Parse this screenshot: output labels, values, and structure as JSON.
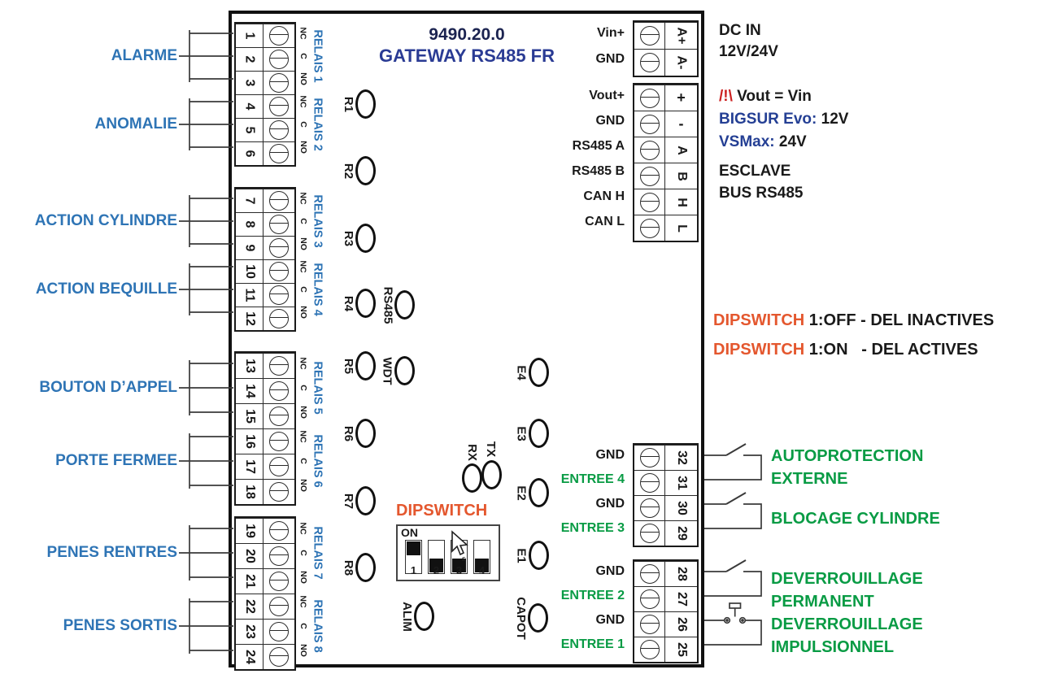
{
  "device": {
    "title_line1": "9490.20.0",
    "title_line2": "GATEWAY RS485 FR"
  },
  "colors": {
    "accent_blue": "#2E74B5",
    "title_navy": "#2A3B94",
    "green": "#089B44",
    "orange_red": "#E4572E",
    "warning_red": "#CC2222"
  },
  "output_functions": [
    "ALARME",
    "ANOMALIE",
    "ACTION CYLINDRE",
    "ACTION BEQUILLE",
    "BOUTON D’APPEL",
    "PORTE FERMEE",
    "PENES RENTRES",
    "PENES SORTIS"
  ],
  "relay_groups": [
    {
      "terminals": [
        "1",
        "2",
        "3",
        "4",
        "5",
        "6"
      ],
      "contacts": [
        "NC",
        "C",
        "NO",
        "NC",
        "C",
        "NO"
      ],
      "relays": [
        "RELAIS 1",
        "RELAIS 2"
      ]
    },
    {
      "terminals": [
        "7",
        "8",
        "9",
        "10",
        "11",
        "12"
      ],
      "contacts": [
        "NC",
        "C",
        "NO",
        "NC",
        "C",
        "NO"
      ],
      "relays": [
        "RELAIS 3",
        "RELAIS 4"
      ]
    },
    {
      "terminals": [
        "13",
        "14",
        "15",
        "16",
        "17",
        "18"
      ],
      "contacts": [
        "NC",
        "C",
        "NO",
        "NC",
        "C",
        "NO"
      ],
      "relays": [
        "RELAIS 5",
        "RELAIS 6"
      ]
    },
    {
      "terminals": [
        "19",
        "20",
        "21",
        "22",
        "23",
        "24"
      ],
      "contacts": [
        "NC",
        "C",
        "NO",
        "NC",
        "C",
        "NO"
      ],
      "relays": [
        "RELAIS 7",
        "RELAIS 8"
      ]
    }
  ],
  "r_leds": [
    "R1",
    "R2",
    "R3",
    "R4",
    "R5",
    "R6",
    "R7",
    "R8"
  ],
  "e_leds": [
    "E4",
    "E3",
    "E2",
    "E1"
  ],
  "status_leds": {
    "rs485": "RS485",
    "wdt": "WDT",
    "tx": "TX",
    "rx": "RX",
    "alim": "ALIM",
    "capot": "CAPOT"
  },
  "dipswitch": {
    "title": "DIPSWITCH",
    "on_label": "ON",
    "positions": [
      "1",
      "2",
      "3",
      "4"
    ],
    "states": [
      "on",
      "off",
      "off",
      "off"
    ]
  },
  "power_block": {
    "rows": [
      {
        "label": "Vin+",
        "pin": "A+",
        "cls": "gnd",
        "rot": "rot"
      },
      {
        "label": "GND",
        "pin": "A-",
        "cls": "gnd",
        "rot": "rot"
      }
    ]
  },
  "io_block": {
    "rows": [
      {
        "label": "Vout+",
        "pin": "+",
        "cls": "gnd",
        "rot": "up"
      },
      {
        "label": "GND",
        "pin": "-",
        "cls": "gnd",
        "rot": "up"
      },
      {
        "label": "RS485 A",
        "pin": "A",
        "cls": "gnd",
        "rot": "rot"
      },
      {
        "label": "RS485 B",
        "pin": "B",
        "cls": "gnd",
        "rot": "rot"
      },
      {
        "label": "CAN H",
        "pin": "H",
        "cls": "gnd",
        "rot": "rot"
      },
      {
        "label": "CAN L",
        "pin": "L",
        "cls": "gnd",
        "rot": "rot"
      }
    ]
  },
  "input_block_upper": {
    "rows": [
      {
        "label": "GND",
        "pin": "32",
        "cls": "gnd",
        "rot": "rot"
      },
      {
        "label": "ENTREE 4",
        "pin": "31",
        "cls": "input",
        "rot": "rot"
      },
      {
        "label": "GND",
        "pin": "30",
        "cls": "gnd",
        "rot": "rot"
      },
      {
        "label": "ENTREE 3",
        "pin": "29",
        "cls": "input",
        "rot": "rot"
      }
    ]
  },
  "input_block_lower": {
    "rows": [
      {
        "label": "GND",
        "pin": "28",
        "cls": "gnd",
        "rot": "rot"
      },
      {
        "label": "ENTREE 2",
        "pin": "27",
        "cls": "input",
        "rot": "rot"
      },
      {
        "label": "GND",
        "pin": "26",
        "cls": "gnd",
        "rot": "rot"
      },
      {
        "label": "ENTREE 1",
        "pin": "25",
        "cls": "input",
        "rot": "rot"
      }
    ]
  },
  "annotations": {
    "dc_in_line1": "DC IN",
    "dc_in_line2": "12V/24V",
    "warning_icon": "/!\\",
    "warning_text": " Vout = Vin",
    "bigsur_label": "BIGSUR Evo: ",
    "bigsur_value": "12V",
    "vsmax_label": "VSMax: ",
    "vsmax_value": "24V",
    "slave_line1": "ESCLAVE",
    "slave_line2": "BUS RS485",
    "dip_info": [
      {
        "highlight": "DIPSWITCH",
        "text": " 1:OFF - DEL INACTIVES"
      },
      {
        "highlight": "DIPSWITCH",
        "text": " 1:ON   - DEL ACTIVES"
      }
    ]
  },
  "input_functions": [
    {
      "line1": "AUTOPROTECTION",
      "line2": "EXTERNE"
    },
    {
      "line1": "BLOCAGE CYLINDRE",
      "line2": ""
    },
    {
      "line1": "DEVERROUILLAGE",
      "line2": "PERMANENT"
    },
    {
      "line1": "DEVERROUILLAGE",
      "line2": "IMPULSIONNEL"
    }
  ]
}
